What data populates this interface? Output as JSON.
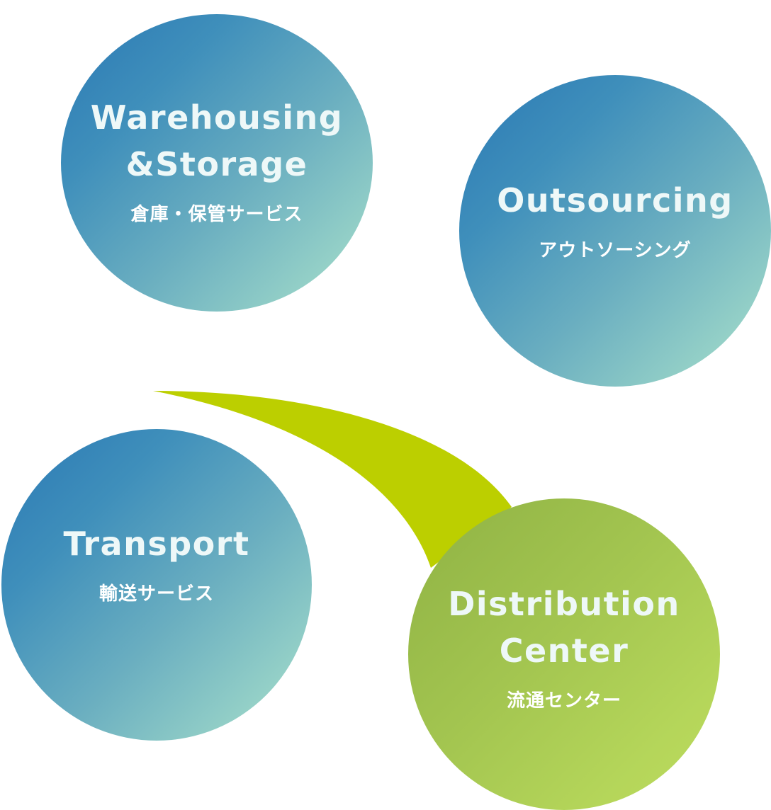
{
  "diagram": {
    "colors": {
      "blue_gradient_start": "#2a78b4",
      "blue_gradient_end": "#a9dccc",
      "green_gradient_start": "#8fb244",
      "green_gradient_end": "#bedb5e",
      "connector": "#bccf00"
    },
    "nodes": [
      {
        "id": "warehousing",
        "title": "Warehousing\n&Storage",
        "subtitle": "倉庫・保管サービス",
        "theme": "blue"
      },
      {
        "id": "outsourcing",
        "title": "Outsourcing",
        "subtitle": "アウトソーシング",
        "theme": "blue"
      },
      {
        "id": "transport",
        "title": "Transport",
        "subtitle": "輸送サービス",
        "theme": "blue"
      },
      {
        "id": "distribution",
        "title": "Distribution\nCenter",
        "subtitle": "流通センター",
        "theme": "green"
      }
    ],
    "connector": {
      "from": "transport",
      "to": "distribution",
      "shape": "swoosh"
    }
  }
}
